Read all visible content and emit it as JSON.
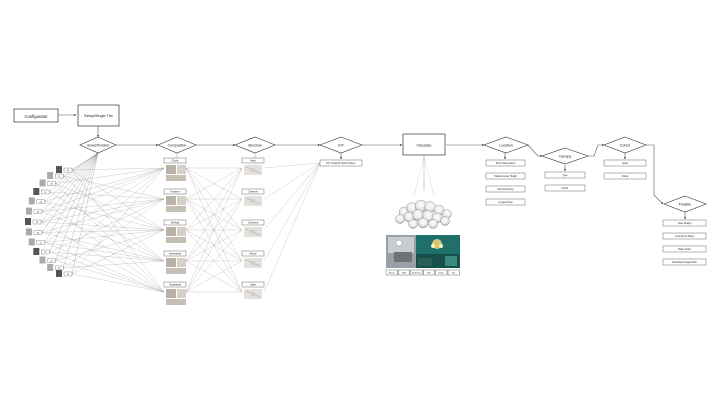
{
  "nodes": {
    "configurator": "Configurator",
    "setup": "Setup/Single Tier",
    "series": "Series/Pendant",
    "composition": "Composition",
    "structure": "Structure",
    "diy": "DIY",
    "visualize": "Visualize",
    "location": "Location",
    "canopy": "Canopy",
    "colors": "Colors",
    "finalize": "Finalize"
  },
  "series_options": [
    "14",
    "14",
    "28",
    "14",
    "28",
    "28",
    "28",
    "28",
    "28",
    "14",
    "14",
    "28",
    "28"
  ],
  "composition_options": [
    "Circle",
    "Horizon",
    "Vertical",
    "Horizontal",
    "Sculptural"
  ],
  "structure_options": [
    "Halo",
    "Chevron",
    "Crescent",
    "Arrow",
    "Swirl"
  ],
  "diy_option": "DIY Install for Stock Orders",
  "location_options": [
    "Room Dimensions",
    "Table/Counter Height",
    "Structural Drop",
    "Longest Drop"
  ],
  "canopy_options": [
    "Type",
    "Finish"
  ],
  "color_options": [
    "Glass",
    "Fitting"
  ],
  "finalize_options": [
    "Save Design",
    "Connect w/ Sales",
    "Place Order",
    "Download Images/Tech"
  ],
  "visualize_tabs": [
    "Room",
    "Wall",
    "Bedroom",
    "Hall",
    "Stairs",
    "Bar"
  ],
  "colors": {
    "line": "#777777",
    "node_border": "#333333",
    "teal_room": "#1f6f6a",
    "gray_room": "#8a8f96"
  }
}
